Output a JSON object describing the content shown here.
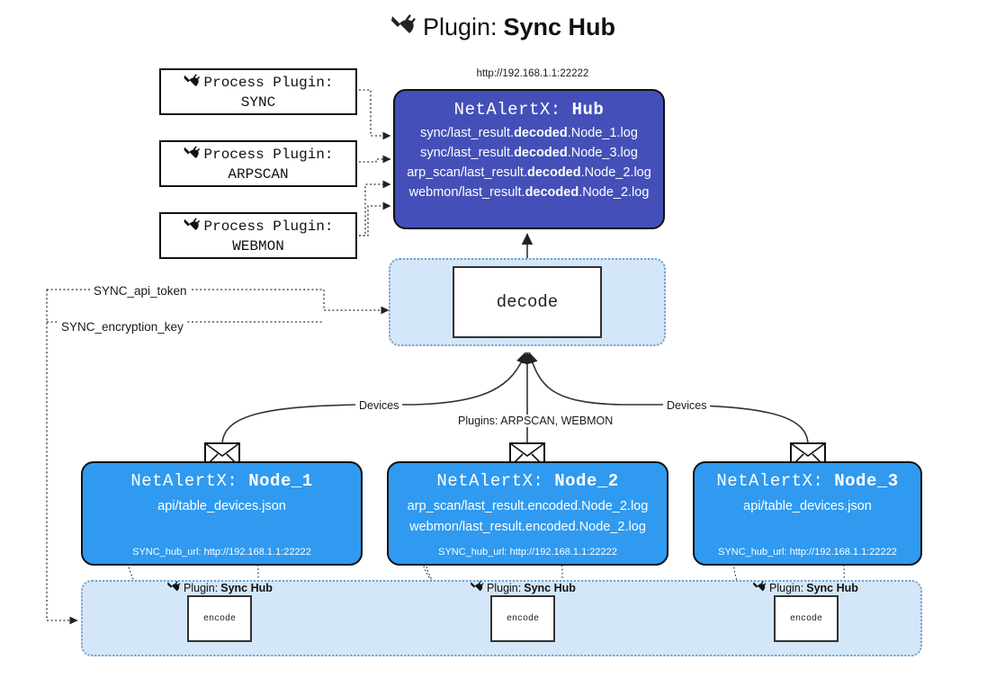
{
  "title": {
    "prefix": "Plugin:",
    "name": "Sync Hub",
    "icon": "plug-icon"
  },
  "hub": {
    "url": "http://192.168.1.1:22222",
    "title_prefix": "NetAlertX:",
    "title_name": "Hub",
    "lines": [
      {
        "pre": "sync/last_result.",
        "mid": "decoded",
        "post": ".Node_1.log"
      },
      {
        "pre": "sync/last_result.",
        "mid": "decoded",
        "post": ".Node_3.log"
      },
      {
        "pre": "arp_scan/last_result.",
        "mid": "decoded",
        "post": ".Node_2.log"
      },
      {
        "pre": "webmon/last_result.",
        "mid": "decoded",
        "post": ".Node_2.log"
      }
    ],
    "color": "#4450b8"
  },
  "process_plugins": [
    {
      "label": "Process Plugin:",
      "name": "SYNC",
      "icon": "plug-icon"
    },
    {
      "label": "Process Plugin:",
      "name": "ARPSCAN",
      "icon": "plug-icon"
    },
    {
      "label": "Process Plugin:",
      "name": "WEBMON",
      "icon": "plug-icon"
    }
  ],
  "decode": {
    "label": "decode",
    "container_color": "#d4e7f8"
  },
  "keys": [
    {
      "label": "SYNC_api_token"
    },
    {
      "label": "SYNC_encryption_key"
    }
  ],
  "edge_labels": {
    "left_devices": "Devices",
    "right_devices": "Devices",
    "center_plugins": "Plugins: ARPSCAN, WEBMON"
  },
  "nodes": [
    {
      "title_prefix": "NetAlertX:",
      "title_name": "Node_1",
      "lines": [
        "api/table_devices.json"
      ],
      "footer": "SYNC_hub_url: http://192.168.1.1:22222",
      "color": "#2f9aef",
      "envelope_icon": "envelope-icon"
    },
    {
      "title_prefix": "NetAlertX:",
      "title_name": "Node_2",
      "lines": [
        "arp_scan/last_result.encoded.Node_2.log",
        "webmon/last_result.encoded.Node_2.log"
      ],
      "footer": "SYNC_hub_url: http://192.168.1.1:22222",
      "color": "#2f9aef",
      "envelope_icon": "envelope-icon"
    },
    {
      "title_prefix": "NetAlertX:",
      "title_name": "Node_3",
      "lines": [
        "api/table_devices.json"
      ],
      "footer": "SYNC_hub_url: http://192.168.1.1:22222",
      "color": "#2f9aef",
      "envelope_icon": "envelope-icon"
    }
  ],
  "plugin_strip": {
    "captions": [
      {
        "prefix": "Plugin:",
        "name": "Sync Hub",
        "icon": "plug-icon"
      },
      {
        "prefix": "Plugin:",
        "name": "Sync Hub",
        "icon": "plug-icon"
      },
      {
        "prefix": "Plugin:",
        "name": "Sync Hub",
        "icon": "plug-icon"
      }
    ],
    "encode_label": "encode",
    "container_color": "#d4e7f8"
  }
}
